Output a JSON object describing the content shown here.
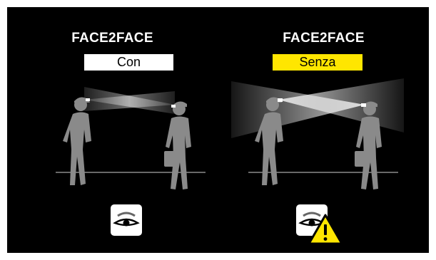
{
  "panels": [
    {
      "title": "FACE2FACE",
      "label": "Con",
      "label_color": "#ffffff",
      "icons": [
        "eye-icon"
      ]
    },
    {
      "title": "FACE2FACE",
      "label": "Senza",
      "label_color": "#ffe600",
      "icons": [
        "eye-icon",
        "warning-icon"
      ]
    }
  ],
  "colors": {
    "background": "#000000",
    "figure": "#8a8a8a",
    "ground_line": "#8a8a8a",
    "beam": "#ffffff",
    "warning": "#ffe600"
  }
}
